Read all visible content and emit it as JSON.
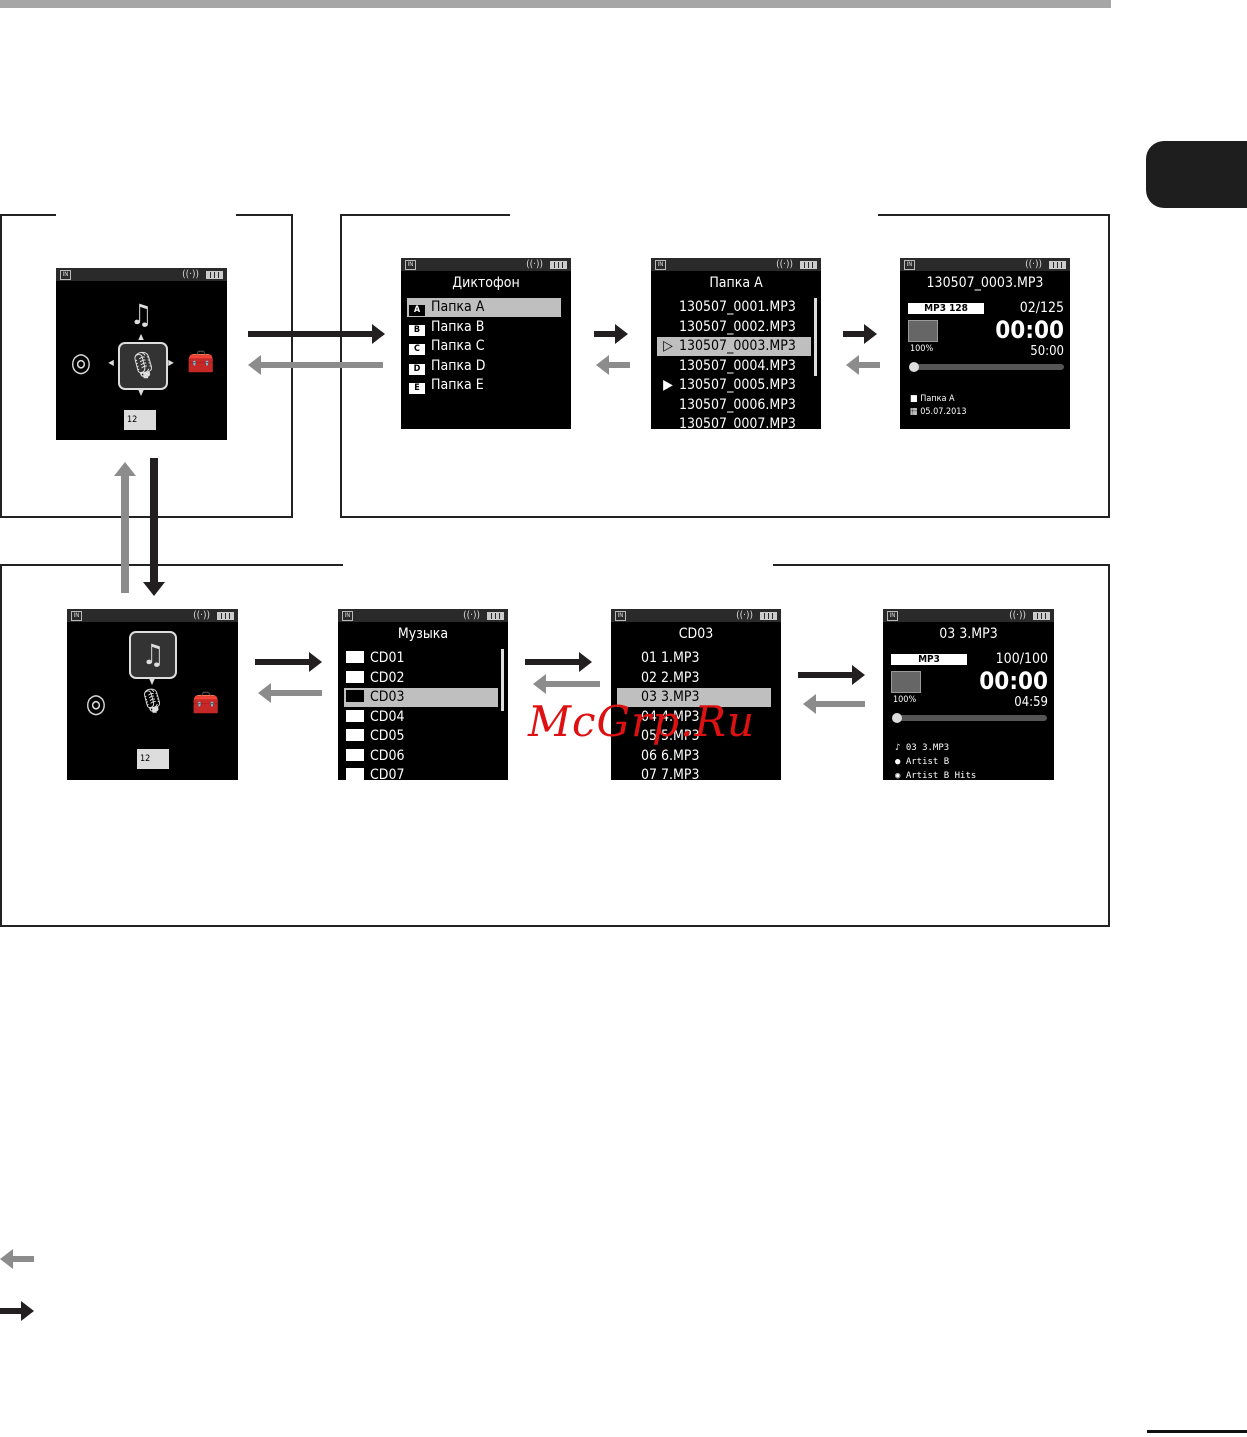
{
  "watermark": "McGrp.Ru",
  "common": {
    "in_badge": "IN",
    "wifi_glyph": "((·))"
  },
  "home1": {
    "music_icon": "♫",
    "mic_icon": "🎙",
    "podcast_icon": "◎",
    "tools_icon": "🧰",
    "calendar_label": "12"
  },
  "rec_folders": {
    "title": "Диктофон",
    "items": [
      {
        "badge": "A",
        "label": "Папка A"
      },
      {
        "badge": "B",
        "label": "Папка B"
      },
      {
        "badge": "C",
        "label": "Папка C"
      },
      {
        "badge": "D",
        "label": "Папка D"
      },
      {
        "badge": "E",
        "label": "Папка E"
      }
    ],
    "selected_index": 0
  },
  "rec_files": {
    "title": "Папка A",
    "items": [
      {
        "mark": "",
        "label": "130507_0001.MP3"
      },
      {
        "mark": "",
        "label": "130507_0002.MP3"
      },
      {
        "mark": "▷",
        "label": "130507_0003.MP3"
      },
      {
        "mark": "",
        "label": "130507_0004.MP3"
      },
      {
        "mark": "▶",
        "label": "130507_0005.MP3"
      },
      {
        "mark": "",
        "label": "130507_0006.MP3"
      },
      {
        "mark": "",
        "label": "130507_0007.MP3"
      }
    ],
    "selected_index": 2
  },
  "rec_play": {
    "title": "130507_0003.MP3",
    "format": "MP3  128",
    "counter": "02/125",
    "time": "00:00",
    "speed": "100%",
    "length": "50:00",
    "folder": "Папка A",
    "date": "05.07.2013",
    "progress": 0
  },
  "home2": {
    "music_icon": "♫",
    "mic_icon": "🎙",
    "podcast_icon": "◎",
    "tools_icon": "🧰",
    "calendar_label": "12"
  },
  "music_folders": {
    "title": "Музыка",
    "items": [
      "CD01",
      "CD02",
      "CD03",
      "CD04",
      "CD05",
      "CD06",
      "CD07"
    ],
    "selected_index": 2
  },
  "music_files": {
    "title": "CD03",
    "items": [
      "01  1.MP3",
      "02  2.MP3",
      "03  3.MP3",
      "04  4.MP3",
      "05  5.MP3",
      "06  6.MP3",
      "07  7.MP3"
    ],
    "selected_index": 2
  },
  "music_play": {
    "title": "03  3.MP3",
    "format": "MP3",
    "counter": "100/100",
    "time": "00:00",
    "speed": "100%",
    "length": "04:59",
    "track": "03  3.MP3",
    "artist": "Artist B",
    "album": "Artist B Hits",
    "progress": 0
  }
}
